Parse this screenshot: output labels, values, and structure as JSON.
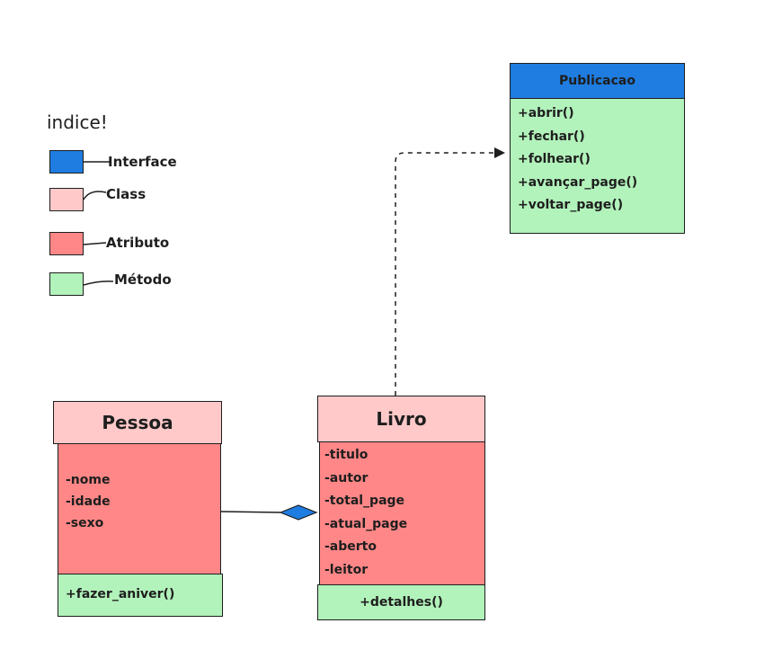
{
  "colors": {
    "interface": "#1f7ce0",
    "class": "#ffc9c9",
    "attribute": "#ff8787",
    "method": "#b2f2bb",
    "stroke": "#1e1e1e"
  },
  "legend": {
    "title": "indice!",
    "items": [
      {
        "label": "Interface",
        "color_key": "interface"
      },
      {
        "label": "Class",
        "color_key": "class"
      },
      {
        "label": "Atributo",
        "color_key": "attribute"
      },
      {
        "label": "Método",
        "color_key": "method"
      }
    ]
  },
  "classes": {
    "publicacao": {
      "name": "Publicacao",
      "attributes": [],
      "methods": [
        "+abrir()",
        "+fechar()",
        "+folhear()",
        "+avançar_page()",
        "+voltar_page()"
      ]
    },
    "pessoa": {
      "name": "Pessoa",
      "attributes": [
        "-nome",
        "-idade",
        "-sexo"
      ],
      "methods": [
        "+fazer_aniver()"
      ]
    },
    "livro": {
      "name": "Livro",
      "attributes": [
        "-titulo",
        "-autor",
        "-total_page",
        "-atual_page",
        "-aberto",
        "-leitor"
      ],
      "methods": [
        "+detalhes()"
      ]
    }
  },
  "relationships": [
    {
      "type": "realization",
      "from": "Livro",
      "to": "Publicacao"
    },
    {
      "type": "composition",
      "from": "Pessoa",
      "to": "Livro"
    }
  ]
}
